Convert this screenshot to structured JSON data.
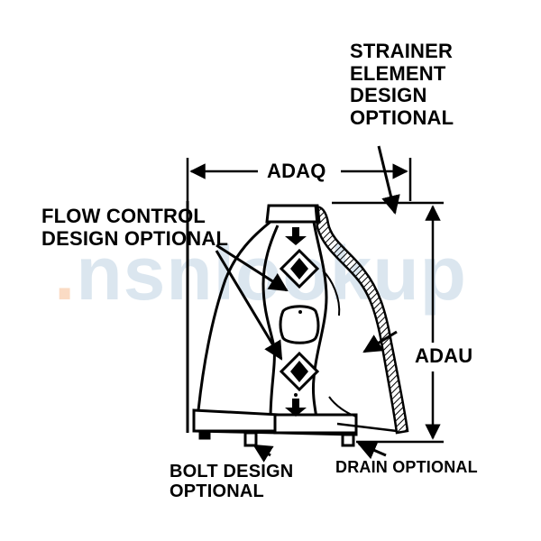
{
  "labels": {
    "strainer": [
      "STRAINER",
      "ELEMENT",
      "DESIGN",
      "OPTIONAL"
    ],
    "flow_control": [
      "FLOW CONTROL",
      "DESIGN OPTIONAL"
    ],
    "width_dim": "ADAQ",
    "height_dim": "ADAU",
    "bolt": [
      "BOLT DESIGN",
      "OPTIONAL"
    ],
    "drain": "DRAIN OPTIONAL"
  },
  "watermark": {
    "dot": ".",
    "text": "nsnlookup"
  }
}
